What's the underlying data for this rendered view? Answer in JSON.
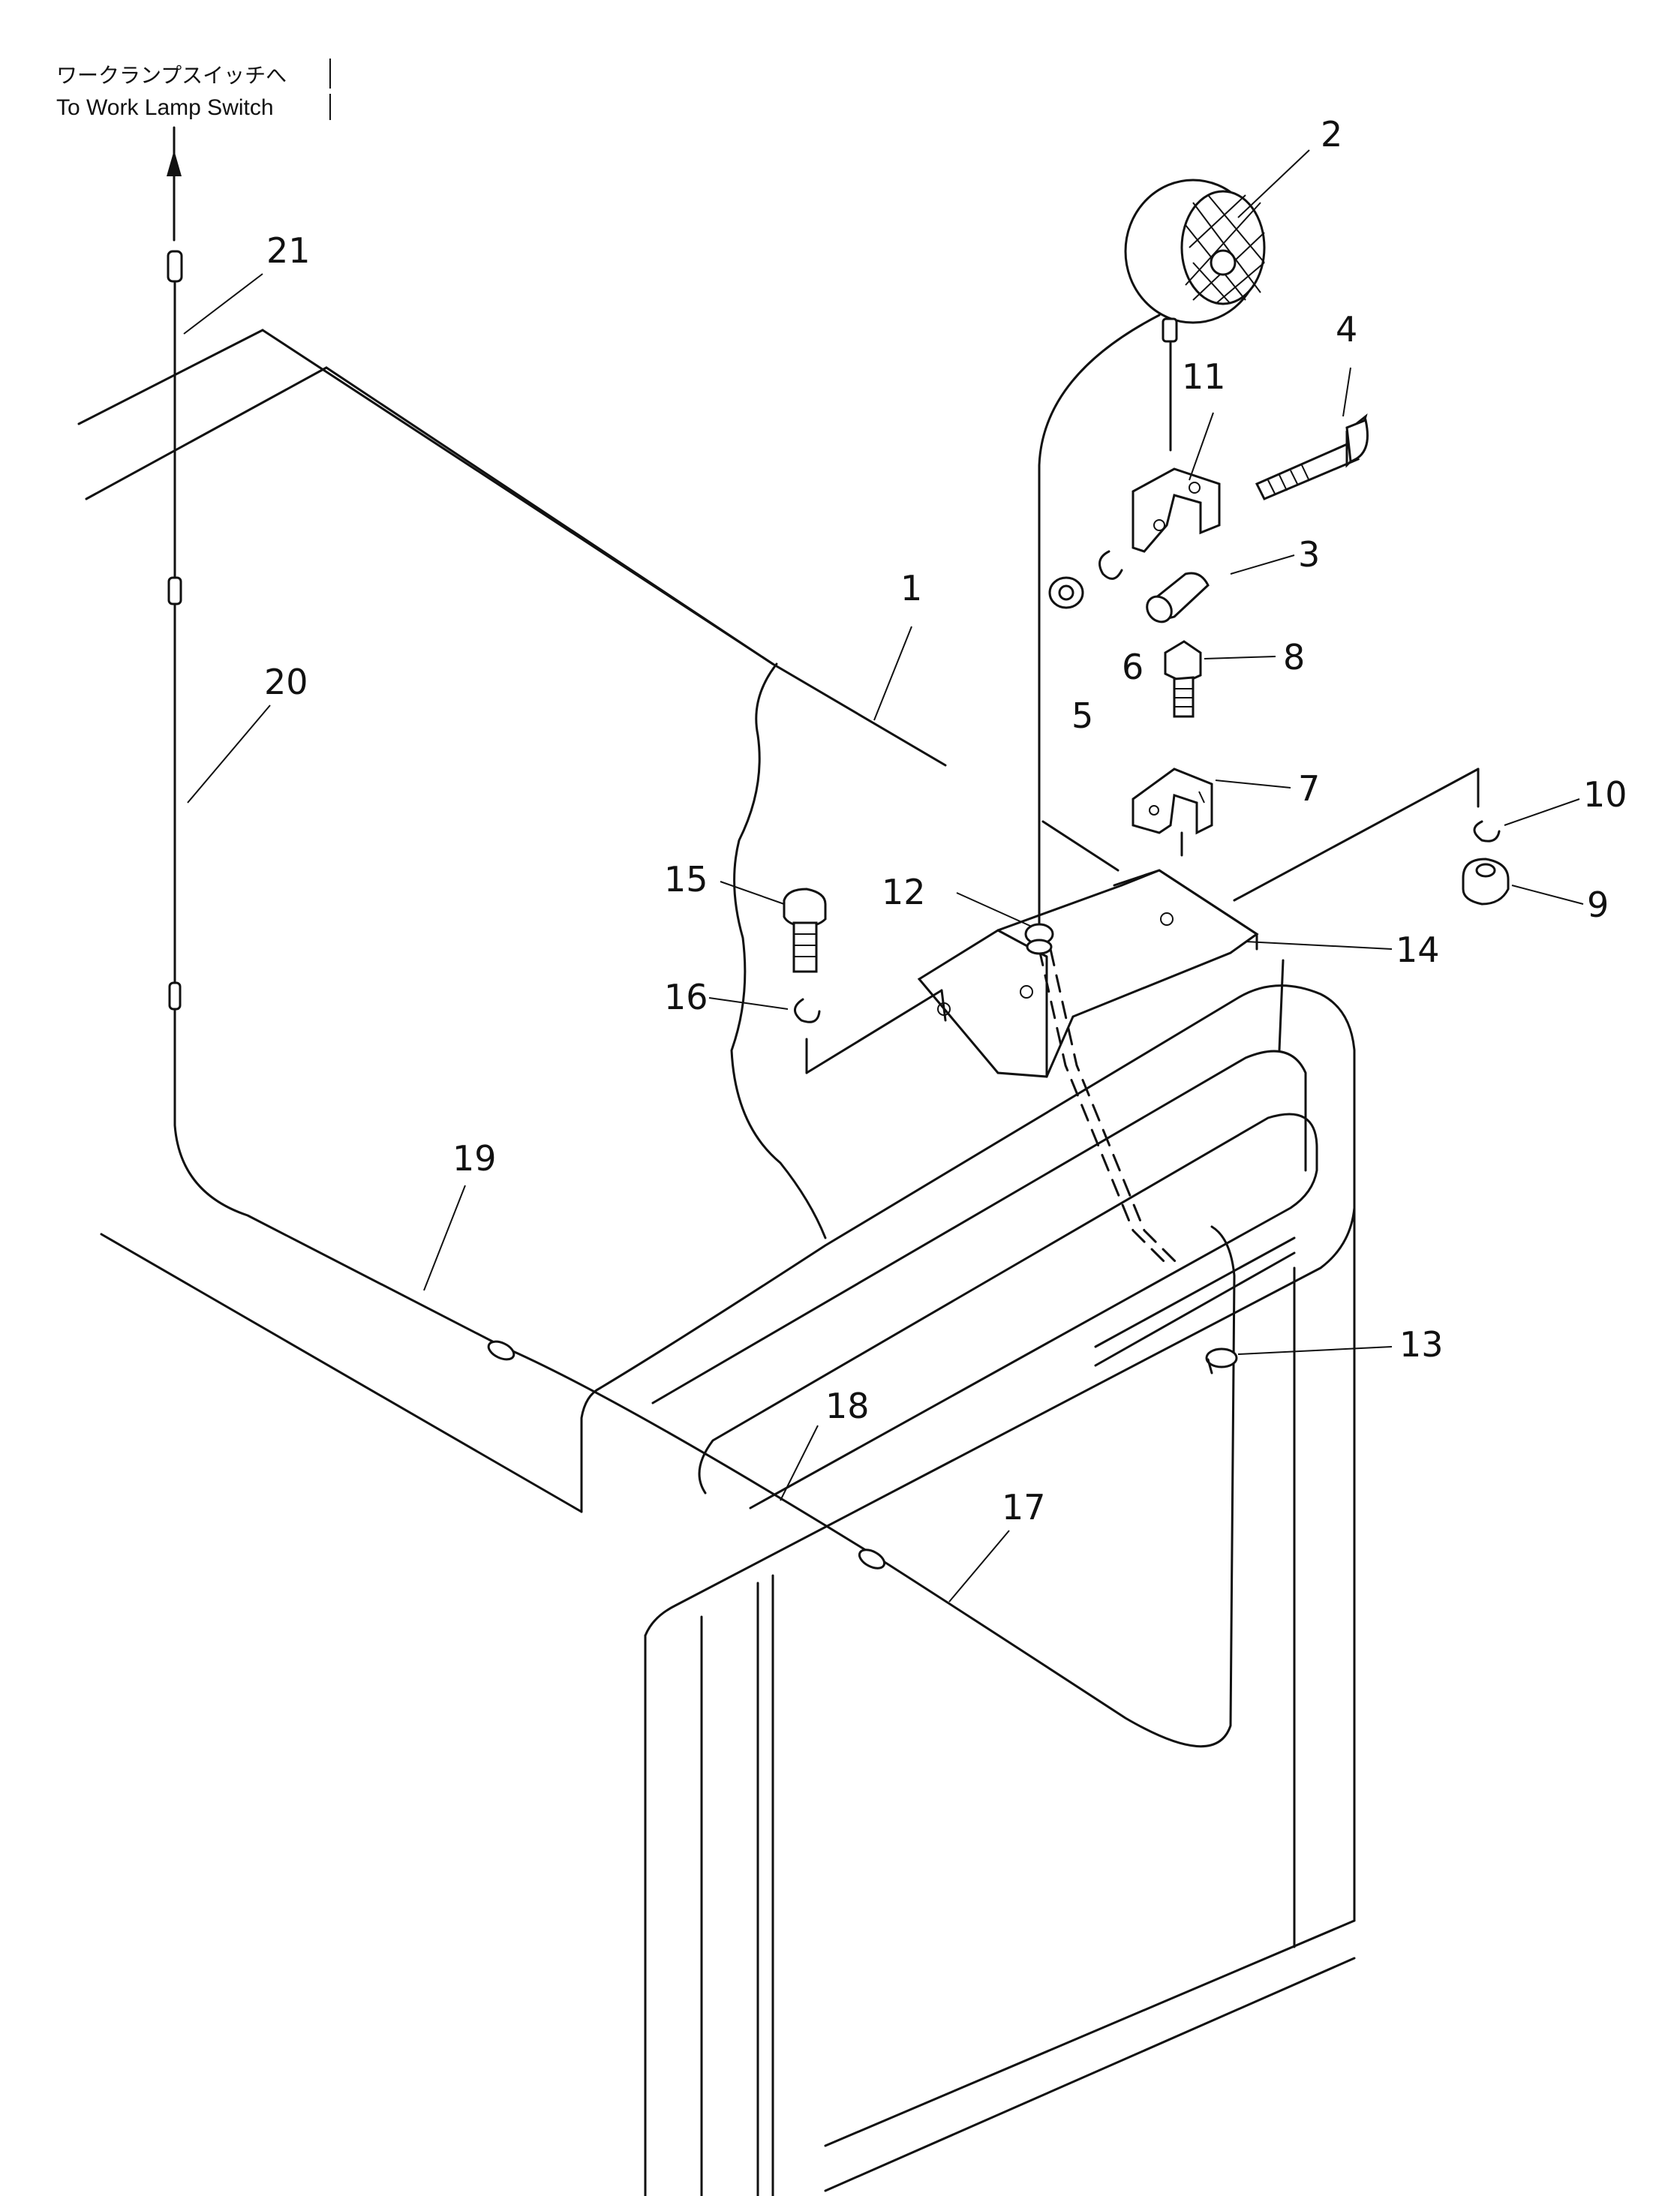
{
  "caption": {
    "jp": "ワークランプスイッチへ",
    "en": "To Work Lamp Switch"
  },
  "callouts": [
    "1",
    "2",
    "3",
    "4",
    "5",
    "6",
    "7",
    "8",
    "9",
    "10",
    "11",
    "12",
    "13",
    "14",
    "15",
    "16",
    "17",
    "18",
    "19",
    "20",
    "21"
  ],
  "colors": {
    "ink": "#111111",
    "paper": "#ffffff"
  }
}
